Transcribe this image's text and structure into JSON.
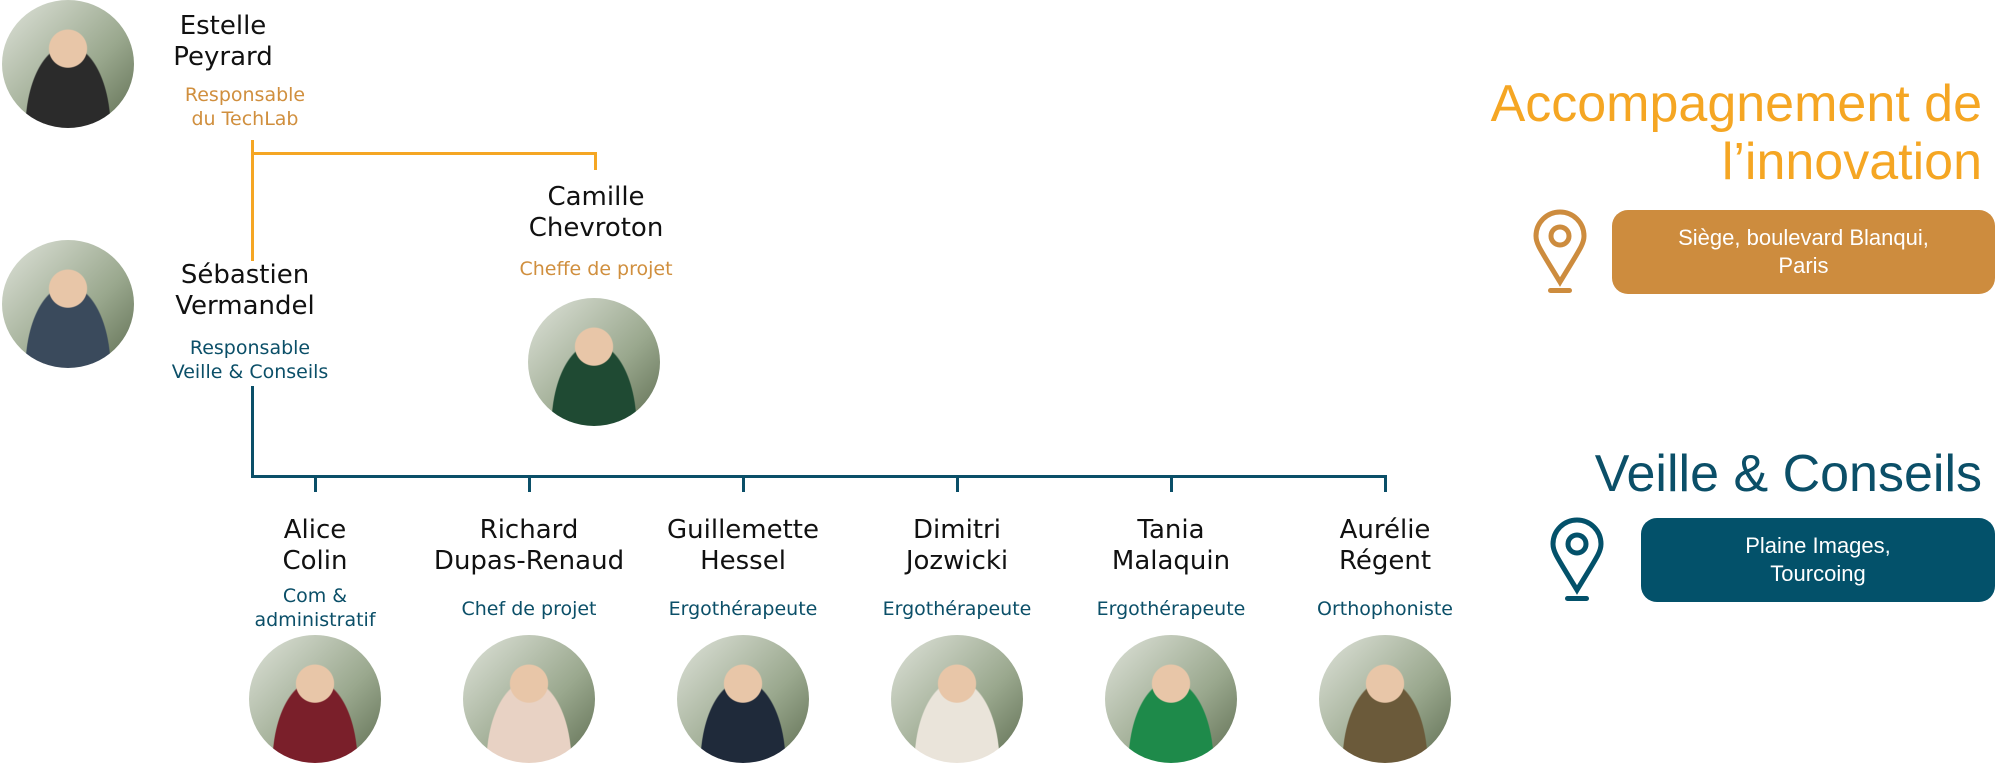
{
  "colors": {
    "orange": "#F5A623",
    "role_orange": "#D08F3E",
    "teal": "#0B4F68",
    "loc_orange": "#CD8C3E",
    "loc_teal": "#03516A"
  },
  "leaders": [
    {
      "first": "Estelle",
      "last": "Peyrard",
      "role1": "Responsable",
      "role2": "du TechLab"
    },
    {
      "first": "Camille",
      "last": "Chevroton",
      "role1": "Cheffe de projet",
      "role2": ""
    },
    {
      "first": "Sébastien",
      "last": "Vermandel",
      "role1": "Responsable",
      "role2": "Veille & Conseils"
    }
  ],
  "team": [
    {
      "first": "Alice",
      "last": "Colin",
      "role1": "Com &",
      "role2": "administratif"
    },
    {
      "first": "Richard",
      "last": "Dupas-Renaud",
      "role1": "Chef de projet",
      "role2": ""
    },
    {
      "first": "Guillemette",
      "last": "Hessel",
      "role1": "Ergothérapeute",
      "role2": ""
    },
    {
      "first": "Dimitri",
      "last": "Jozwicki",
      "role1": "Ergothérapeute",
      "role2": ""
    },
    {
      "first": "Tania",
      "last": "Malaquin",
      "role1": "Ergothérapeute",
      "role2": ""
    },
    {
      "first": "Aurélie",
      "last": "Régent",
      "role1": "Orthophoniste",
      "role2": ""
    }
  ],
  "sections": [
    {
      "title1": "Accompagnement de",
      "title2": "l’innovation",
      "loc1": "Siège, boulevard Blanqui,",
      "loc2": "Paris",
      "icon": "location-pin-icon"
    },
    {
      "title1": "Veille & Conseils",
      "loc1": "Plaine Images,",
      "loc2": "Tourcoing",
      "icon": "location-pin-icon"
    }
  ]
}
